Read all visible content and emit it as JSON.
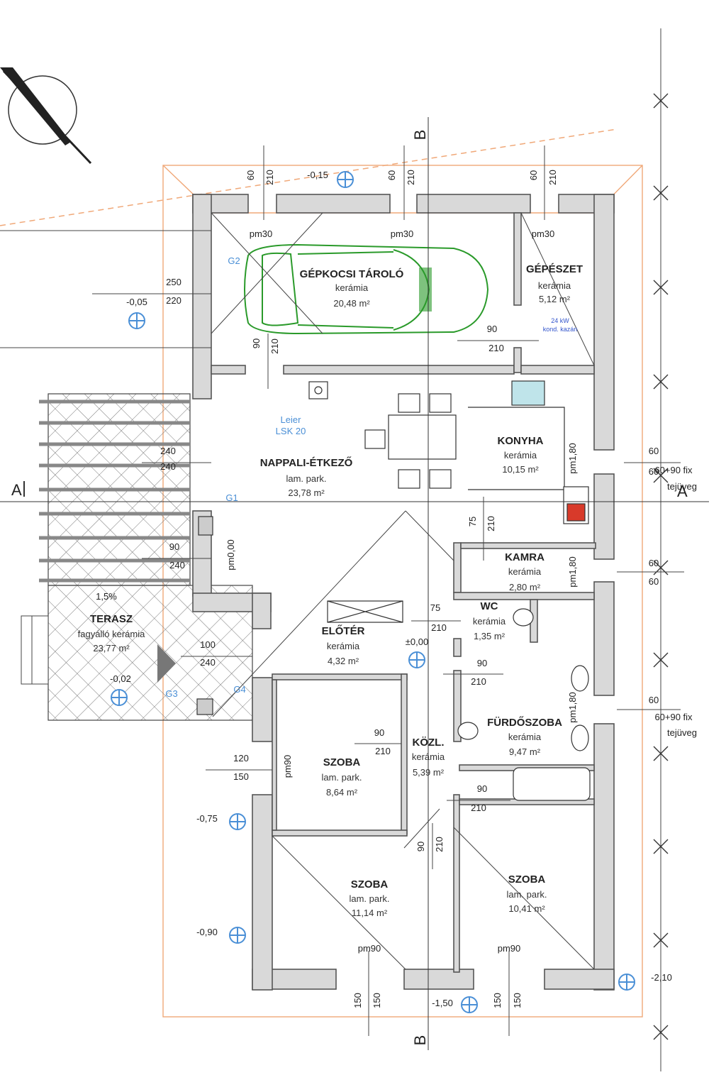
{
  "rooms": [
    {
      "id": "garage",
      "name": "GÉPKOCSI TÁROLÓ",
      "finish": "kerámia",
      "area": "20,48 m²"
    },
    {
      "id": "mechanical",
      "name": "GÉPÉSZET",
      "finish": "kerámia",
      "area": "5,12 m²"
    },
    {
      "id": "living",
      "name": "NAPPALI-ÉTKEZŐ",
      "finish": "lam. park.",
      "area": "23,78 m²"
    },
    {
      "id": "kitchen",
      "name": "KONYHA",
      "finish": "kerámia",
      "area": "10,15 m²"
    },
    {
      "id": "pantry",
      "name": "KAMRA",
      "finish": "kerámia",
      "area": "2,80 m²"
    },
    {
      "id": "wc",
      "name": "WC",
      "finish": "kerámia",
      "area": "1,35 m²"
    },
    {
      "id": "hall",
      "name": "ELŐTÉR",
      "finish": "kerámia",
      "area": "4,32 m²"
    },
    {
      "id": "corridor",
      "name": "KÖZL.",
      "finish": "kerámia",
      "area": "5,39 m²"
    },
    {
      "id": "bathroom",
      "name": "FÜRDŐSZOBA",
      "finish": "kerámia",
      "area": "9,47 m²"
    },
    {
      "id": "room1",
      "name": "SZOBA",
      "finish": "lam. park.",
      "area": "8,64 m²"
    },
    {
      "id": "room2",
      "name": "SZOBA",
      "finish": "lam. park.",
      "area": "11,14 m²"
    },
    {
      "id": "room3",
      "name": "SZOBA",
      "finish": "lam. park.",
      "area": "10,41 m²"
    },
    {
      "id": "terrace",
      "name": "TERASZ",
      "finish": "fagyálló kerámia",
      "area": "23,77 m²"
    }
  ],
  "terrace_slope": "1,5%",
  "boiler_note": [
    "24 kW",
    "kond. kazán"
  ],
  "chimney_note": [
    "Leier",
    "LSK 20"
  ],
  "window_code": "pm30",
  "levels": {
    "top": "-0,15",
    "garage_west": "-0,05",
    "terrace": "-0,02",
    "hall": "±0,00",
    "west1": "-0,75",
    "west2": "-0,90",
    "bottom": "-1,50",
    "east": "-2,10",
    "living_floor": "pm0,00"
  },
  "section_marks": {
    "a_left": "A",
    "a_right": "A",
    "b_top": "B",
    "b_bottom": "B"
  },
  "callouts": {
    "g2": "G2",
    "g1": "G1",
    "g3": "G3",
    "g4": "G4"
  },
  "window_notes": {
    "fix_glass_1": [
      "60+90 fix",
      "tejüveg"
    ],
    "fix_glass_2": [
      "60+90 fix",
      "tejüveg"
    ]
  },
  "dimensions": {
    "top_60_1": "60",
    "top_210_1": "210",
    "top_60_2": "60",
    "top_210_2": "210",
    "top_60_3": "60",
    "top_210_3": "210",
    "garage_250": "250",
    "garage_220": "220",
    "gar_door_90": "90",
    "gar_door_210": "210",
    "mech_90": "90",
    "mech_210": "210",
    "liv_240a": "240",
    "liv_240b": "240",
    "liv_90": "90",
    "liv_240c": "240",
    "kit_pm": "pm1,80",
    "kit_60": "60",
    "kit_60b": "60",
    "pan_75": "75",
    "pan_210": "210",
    "pan_pm": "pm1,80",
    "pan_60": "60",
    "pan_60b": "60",
    "wc_75": "75",
    "wc_210": "210",
    "hall_100": "100",
    "hall_240": "240",
    "bath_90": "90",
    "bath_210": "210",
    "bath_pm": "pm1,80",
    "bath_60": "60",
    "cor_90": "90",
    "cor_210": "210",
    "r1_120": "120",
    "r1_150": "150",
    "r1_pm": "pm90",
    "bath2_90": "90",
    "bath2_210": "210",
    "r2_90": "90",
    "r2_210": "210",
    "r2_pm": "pm90",
    "r3_pm": "pm90",
    "bot_150a": "150",
    "bot_150b": "150",
    "bot_150c": "150",
    "bot_150d": "150"
  }
}
